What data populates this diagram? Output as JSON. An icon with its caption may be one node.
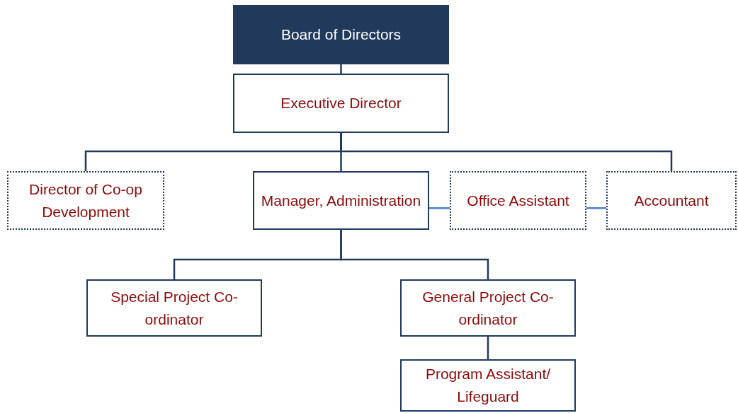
{
  "diagram": {
    "nodes": [
      {
        "text": [
          "Board of Directors"
        ]
      },
      {
        "text": [
          "Executive Director"
        ]
      },
      {
        "text": [
          "Director of Co-op Development"
        ]
      },
      {
        "text": [
          "Manager, Administration"
        ]
      },
      {
        "text": [
          "Office Assistant"
        ]
      },
      {
        "text": [
          "Accountant"
        ]
      },
      {
        "text": [
          "Special Project Co-ordinator"
        ]
      },
      {
        "text": [
          "General Project Co-ordinator"
        ]
      },
      {
        "text": [
          "Program Assistant/ Lifeguard"
        ]
      }
    ],
    "edges": [
      {
        "from": 0,
        "to": 1,
        "arrow": "none"
      },
      {
        "from": 1,
        "to": 2,
        "arrow": "none"
      },
      {
        "from": 1,
        "to": 3,
        "arrow": "none"
      },
      {
        "from": 1,
        "to": 5,
        "arrow": "none"
      },
      {
        "from": 3,
        "to": 4,
        "arrow": "none",
        "color": "#4a7fc0"
      },
      {
        "from": 4,
        "to": 5,
        "arrow": "none",
        "color": "#4a7fc0"
      },
      {
        "from": 3,
        "to": 6,
        "arrow": "none"
      },
      {
        "from": 3,
        "to": 7,
        "arrow": "none"
      },
      {
        "from": 7,
        "to": 8,
        "arrow": "none"
      }
    ]
  }
}
